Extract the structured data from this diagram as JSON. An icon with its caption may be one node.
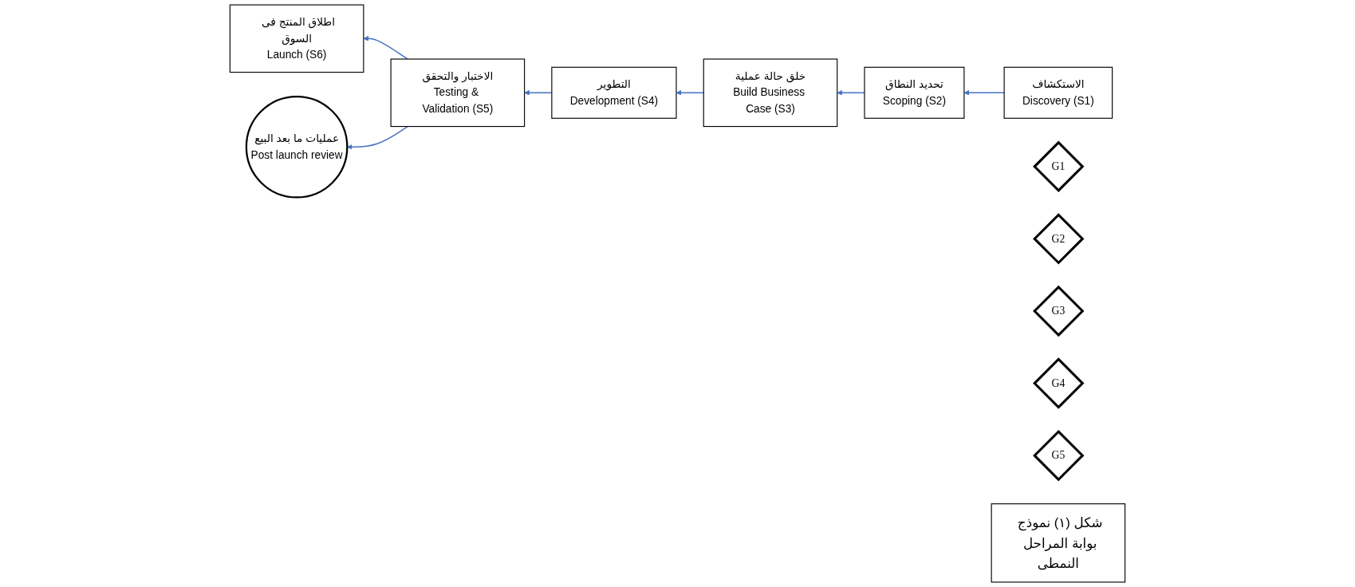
{
  "diagram": {
    "nodes": [
      {
        "text": [
          "الاستكشاف",
          "Discovery (S1)"
        ]
      },
      {
        "text": [
          "G1"
        ]
      },
      {
        "text": [
          "تحديد النطاق",
          "Scoping (S2)"
        ]
      },
      {
        "text": [
          "G2"
        ]
      },
      {
        "text": [
          "خلق حالة عملية",
          "Build Business Case (S3)"
        ]
      },
      {
        "text": [
          "G3"
        ]
      },
      {
        "text": [
          "التطوير",
          "Development (S4)"
        ]
      },
      {
        "text": [
          "G4"
        ]
      },
      {
        "text": [
          "الاختبار والتحقق",
          "Testing & Validation (S5)"
        ]
      },
      {
        "text": [
          "G5"
        ]
      },
      {
        "text": [
          "اطلاق المنتج فى السوق",
          "Launch (S6)"
        ]
      },
      {
        "text": [
          "عمليات ما بعد البيع",
          "Post launch review"
        ]
      },
      {
        "text": [
          "شكل (١) نموذج بوابة المراحل النمطى"
        ]
      }
    ],
    "edges": [
      {
        "from": 0,
        "to": 2,
        "arrow": "to"
      },
      {
        "from": 2,
        "to": 4,
        "arrow": "to"
      },
      {
        "from": 4,
        "to": 6,
        "arrow": "to"
      },
      {
        "from": 6,
        "to": 8,
        "arrow": "to"
      },
      {
        "from": 8,
        "to": 10,
        "arrow": "to"
      },
      {
        "from": 8,
        "to": 11,
        "arrow": "to"
      }
    ]
  }
}
